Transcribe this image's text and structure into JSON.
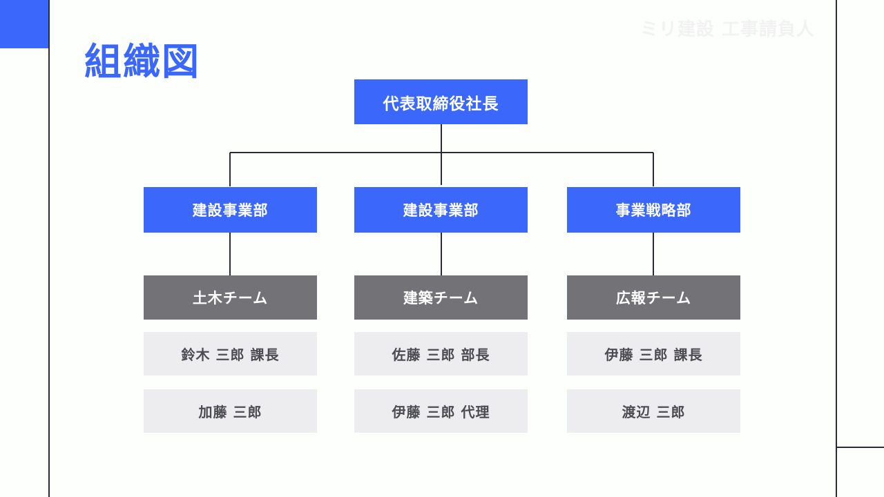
{
  "slide": {
    "title": "組織図",
    "watermark": "ミリ建設 工事請負人",
    "background_color": "#fdfffd",
    "accent_color": "#3b68fb",
    "team_color": "#737276",
    "member_color": "#edecef",
    "frame_line_color": "#2b2b33"
  },
  "chart_data": {
    "type": "diagram",
    "diagram_type": "org-chart",
    "title": "組織図",
    "root": {
      "label": "代表取締役社長",
      "level": "executive",
      "color": "#3b68fb"
    },
    "columns": [
      {
        "department": "建設事業部",
        "team": "土木チーム",
        "members": [
          "鈴木 三郎 課長",
          "加藤 三郎"
        ]
      },
      {
        "department": "建設事業部",
        "team": "建築チーム",
        "members": [
          "佐藤 三郎 部長",
          "伊藤 三郎 代理"
        ]
      },
      {
        "department": "事業戦略部",
        "team": "広報チーム",
        "members": [
          "伊藤 三郎 課長",
          "渡辺 三郎"
        ]
      }
    ]
  },
  "nodes": {
    "root": "代表取締役社長",
    "dept_0": "建設事業部",
    "dept_1": "建設事業部",
    "dept_2": "事業戦略部",
    "team_0": "土木チーム",
    "team_1": "建築チーム",
    "team_2": "広報チーム",
    "member_0_0": "鈴木 三郎 課長",
    "member_0_1": "加藤 三郎",
    "member_1_0": "佐藤 三郎 部長",
    "member_1_1": "伊藤 三郎 代理",
    "member_2_0": "伊藤 三郎 課長",
    "member_2_1": "渡辺 三郎"
  }
}
